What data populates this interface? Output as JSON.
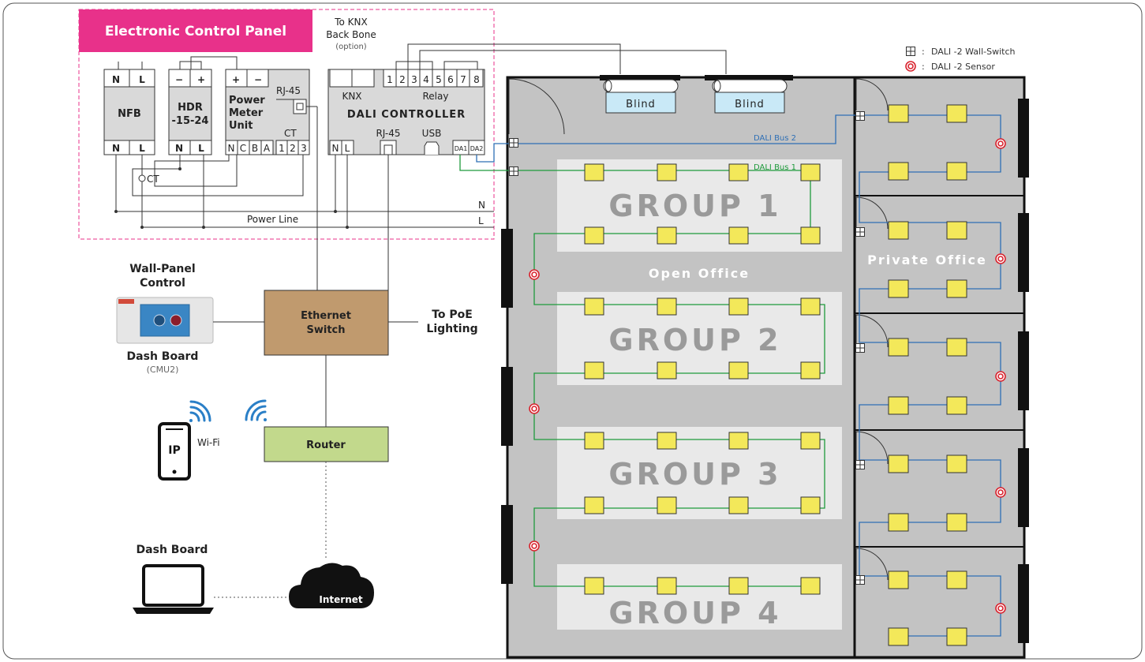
{
  "colors": {
    "accent_pink": "#e8318a",
    "bus_blue": "#2e6fb5",
    "bus_green": "#1f9a3c",
    "floor_gray": "#c3c3c3",
    "light_yellow": "#f3e85a",
    "switch_brown": "#c09a6e",
    "router_green": "#c2d98c",
    "sensor_red": "#d9232e",
    "wifi_blue": "#2a7fc7"
  },
  "control_panel": {
    "title": "Electronic Control Panel",
    "nfb": {
      "label": "NFB",
      "top_terms": [
        "N",
        "L"
      ],
      "bottom_terms": [
        "N",
        "L"
      ]
    },
    "hdr": {
      "label_line1": "HDR",
      "label_line2": "-15-24",
      "top_terms": [
        "−",
        "+"
      ],
      "bottom_terms": [
        "N",
        "L"
      ]
    },
    "power_meter": {
      "label_line1": "Power",
      "label_line2": "Meter",
      "label_line3": "Unit",
      "top_terms": [
        "+",
        "−"
      ],
      "rj45": "RJ-45",
      "ct": "CT",
      "bottom_terms": [
        "N",
        "C",
        "B",
        "A"
      ],
      "ct_terms": [
        "1",
        "2",
        "3"
      ]
    },
    "dali_controller": {
      "label": "DALI CONTROLLER",
      "knx": "KNX",
      "relay": "Relay",
      "relay_terms": [
        "1",
        "2",
        "3",
        "4",
        "5",
        "6",
        "7",
        "8"
      ],
      "rj45": "RJ-45",
      "usb": "USB",
      "bottom_terms": [
        "N",
        "L"
      ],
      "da_terms": [
        "DA1",
        "DA2"
      ]
    },
    "ct_tag": "CT",
    "line_n": "N",
    "line_l": "L",
    "power_line": "Power Line"
  },
  "knx": {
    "line1": "To KNX",
    "line2": "Back Bone",
    "line3": "(option)"
  },
  "network": {
    "wall_panel_line1": "Wall-Panel",
    "wall_panel_line2": "Control",
    "dash_board": "Dash Board",
    "cmu": "(CMU2)",
    "ethernet_line1": "Ethernet",
    "ethernet_line2": "Switch",
    "poe_line1": "To PoE",
    "poe_line2": "Lighting",
    "router": "Router",
    "wifi": "Wi-Fi",
    "phone": "IP",
    "dash_board_2": "Dash Board",
    "internet": "Internet"
  },
  "legend": {
    "wall_switch": "DALI -2 Wall-Switch",
    "sensor": "DALI -2 Sensor",
    "separator": ":"
  },
  "floor": {
    "blind_1": "Blind",
    "blind_2": "Blind",
    "bus_2": "DALI Bus 2",
    "bus_1": "DALI Bus 1",
    "groups": [
      "GROUP 1",
      "GROUP 2",
      "GROUP 3",
      "GROUP 4"
    ],
    "open_office": "Open Office",
    "private_office": "Private Office"
  }
}
